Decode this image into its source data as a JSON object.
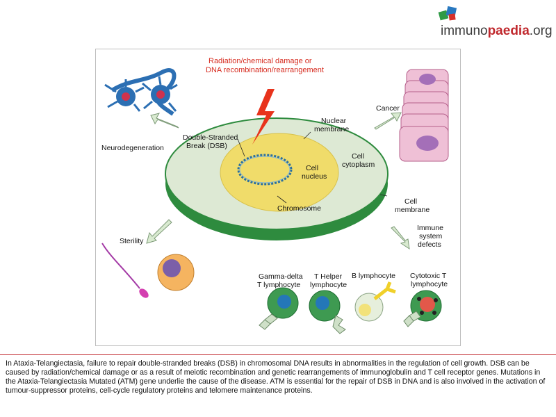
{
  "logo": {
    "brand_prefix": "immuno",
    "brand_main": "paedia",
    "brand_suffix": ".org"
  },
  "diagram": {
    "damage_line1": "Radiation/chemical damage or",
    "damage_line2": "DNA recombination/rearrangement",
    "dsb_line1": "Double-Stranded",
    "dsb_line2": "Break (DSB)",
    "nuclear_membrane_line1": "Nuclear",
    "nuclear_membrane_line2": "membrane",
    "cell_nucleus_line1": "Cell",
    "cell_nucleus_line2": "nucleus",
    "cell_cytoplasm_line1": "Cell",
    "cell_cytoplasm_line2": "cytoplasm",
    "chromosome": "Chromosome",
    "cell_membrane_line1": "Cell",
    "cell_membrane_line2": "membrane",
    "neurodegeneration": "Neurodegeneration",
    "cancer": "Cancer",
    "sterility": "Sterility",
    "immune_line1": "Immune",
    "immune_line2": "system",
    "immune_line3": "defects",
    "gd_line1": "Gamma-delta",
    "gd_line2": "T lymphocyte",
    "th_line1": "T Helper",
    "th_line2": "lymphocyte",
    "b_lymph": "B lymphocyte",
    "ct_line1": "Cytotoxic T",
    "ct_line2": "lymphocyte"
  },
  "caption": "In Ataxia-Telangiectasia, failure to repair double-stranded breaks (DSB) in chromosomal DNA results in abnormalities in the regulation of cell growth. DSB can be caused by radiation/chemical damage or as a result of meiotic recombination and genetic rearrangements of immunoglobulin and T cell receptor genes. Mutations in the Ataxia-Telangiectasia Mutated (ATM) gene underlie the cause of the disease. ATM is essential for the repair of DSB in DNA and is also involved in the activation of tumour-suppressor proteins, cell-cycle regulatory proteins and telomere maintenance proteins.",
  "colors": {
    "brand_red": "#c0282d",
    "cytoplasm": "#dde9d4",
    "membrane": "#2e8b3e",
    "nucleus": "#f0dc6a",
    "lightning": "#e8331c",
    "dna": "#2b6f9e"
  }
}
